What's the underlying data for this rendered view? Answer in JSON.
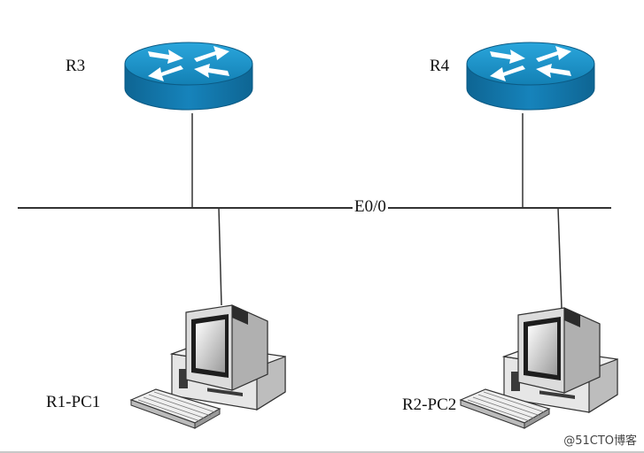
{
  "routers": [
    {
      "id": "r3",
      "label": "R3"
    },
    {
      "id": "r4",
      "label": "R4"
    }
  ],
  "pcs": [
    {
      "id": "pc1",
      "label": "R1-PC1"
    },
    {
      "id": "pc2",
      "label": "R2-PC2"
    }
  ],
  "segment": {
    "label": "E0/0"
  },
  "watermark": "@51CTO博客",
  "colors": {
    "router_top": "#1e8fc4",
    "router_side": "#0f6e9c",
    "router_arrows": "#ffffff",
    "line": "#333333",
    "pc_beige": "#e4e4e4",
    "pc_dark": "#3a3a3a"
  }
}
